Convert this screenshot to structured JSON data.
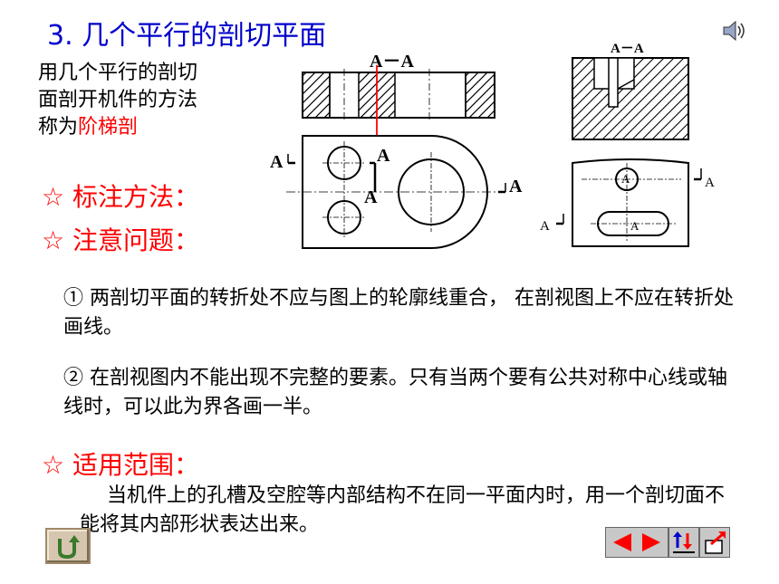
{
  "title": "3. 几个平行的剖切平面",
  "intro": {
    "line1": "用几个平行的剖切",
    "line2": "面剖开机件的方法",
    "line3_prefix": "称为",
    "line3_term": "阶梯剖"
  },
  "sections": {
    "marking": "☆ 标注方法：",
    "notice": "☆ 注意问题：",
    "scope": "☆ 适用范围："
  },
  "notes": {
    "note1": "① 两剖切平面的转折处不应与图上的轮廓线重合，  在剖视图上不应在转折处画线。",
    "note2": "② 在剖视图内不能出现不完整的要素。只有当两个要有公共对称中心线或轴线时，可以此为界各画一半。",
    "scope_text": "当机件上的孔槽及空腔等内部结构不在同一平面内时，用一个剖切面不能将其内部形状表达出来。"
  },
  "drawing_labels": {
    "section_view_left": "A－A",
    "section_view_right": "A－A",
    "mark_a": "A"
  },
  "colors": {
    "title": "#0000cc",
    "accent": "#ff0000"
  },
  "icons": [
    "speaker-icon",
    "return-icon",
    "prev-arrow-icon",
    "next-arrow-icon",
    "outline-icon",
    "exit-icon"
  ]
}
